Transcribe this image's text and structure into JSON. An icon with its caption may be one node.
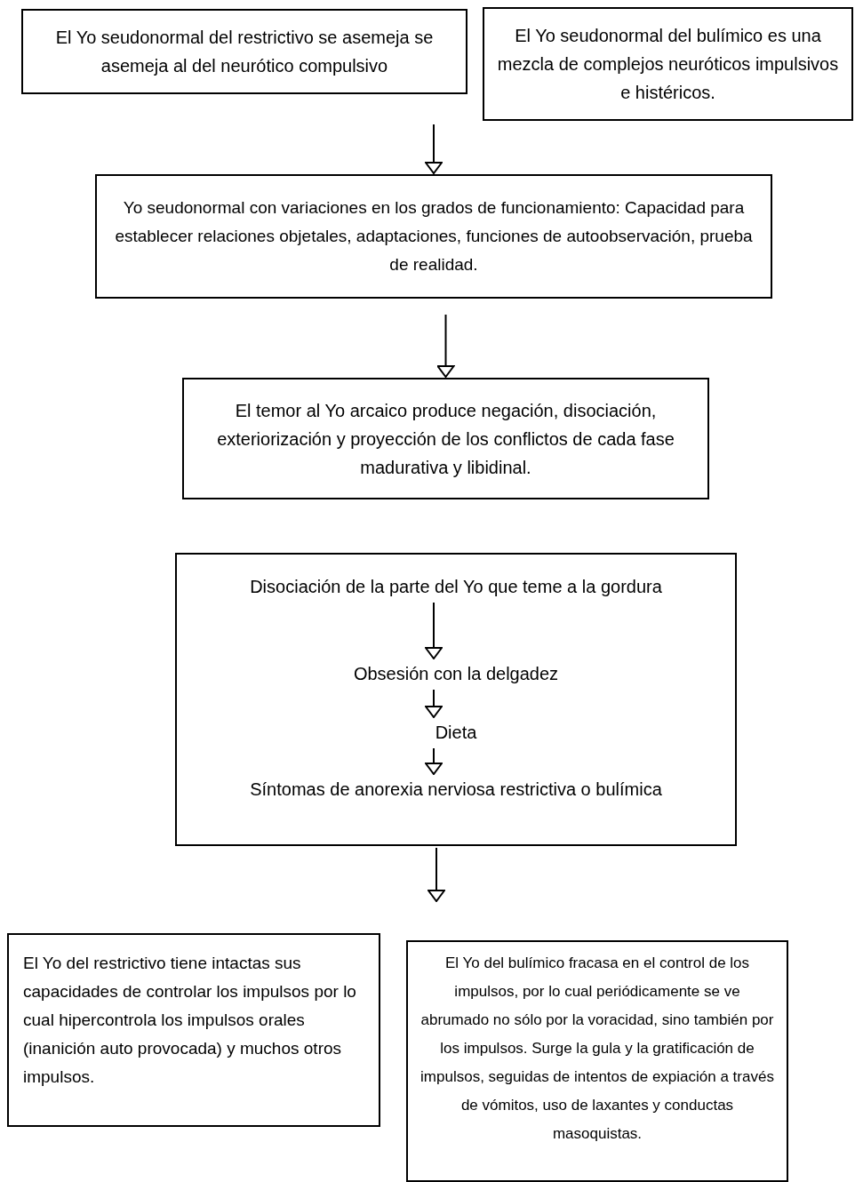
{
  "diagram": {
    "nodes": [
      {
        "text": [
          "El Yo seudonormal del restrictivo se asemeja se asemeja al del neurótico compulsivo"
        ]
      },
      {
        "text": [
          "El Yo seudonormal del bulímico es una mezcla de complejos  neuróticos impulsivos e histéricos."
        ]
      },
      {
        "text": [
          "Yo seudonormal con variaciones en los grados de funcionamiento: Capacidad para establecer relaciones objetales, adaptaciones, funciones de autoobservación, prueba de realidad."
        ]
      },
      {
        "text": [
          "El temor al Yo arcaico produce negación, disociación, exteriorización y proyección de los conflictos de cada fase madurativa y libidinal."
        ]
      },
      {
        "text": [],
        "shape": "box"
      },
      {
        "text": [
          "Disociación de la parte del Yo que teme a la gordura"
        ],
        "in": 4
      },
      {
        "text": [
          "Obsesión con la delgadez"
        ],
        "in": 4
      },
      {
        "text": [
          "Dieta"
        ],
        "in": 4
      },
      {
        "text": [
          "Síntomas de anorexia nerviosa restrictiva o bulímica"
        ],
        "in": 4
      },
      {
        "text": [
          "El Yo del restrictivo tiene intactas sus capacidades de controlar  los impulsos por lo cual hipercontrola los impulsos orales (inanición auto provocada) y muchos otros impulsos."
        ]
      },
      {
        "text": [
          "El Yo del bulímico fracasa en el control de los impulsos, por lo cual periódicamente se ve abrumado no sólo por la voracidad, sino también por los impulsos. Surge la gula y la gratificación de impulsos, seguidas de intentos de expiación a través de vómitos, uso de laxantes y conductas masoquistas."
        ]
      }
    ],
    "edges": [
      {
        "from": null,
        "to": 2,
        "arrow": "to"
      },
      {
        "from": 2,
        "to": 3,
        "arrow": "to"
      },
      {
        "from": 5,
        "to": 6,
        "arrow": "to"
      },
      {
        "from": 6,
        "to": 7,
        "arrow": "to"
      },
      {
        "from": 7,
        "to": 8,
        "arrow": "to"
      },
      {
        "from": 4,
        "to": null,
        "arrow": "to"
      }
    ]
  }
}
